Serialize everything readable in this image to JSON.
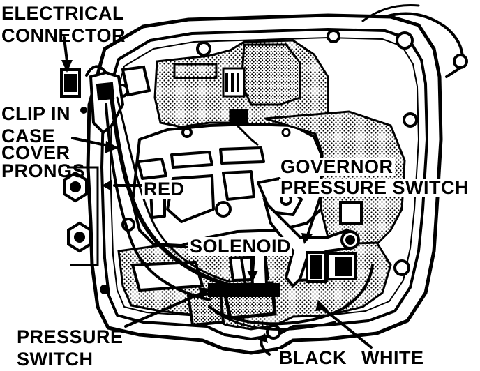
{
  "figure": {
    "line_color": "#000000",
    "background_color": "#ffffff",
    "stipple_color": "#000000"
  },
  "labels": {
    "electrical_connector_line1": "ELECTRICAL",
    "electrical_connector_line2": "CONNECTOR",
    "clip_line1": "CLIP IN",
    "clip_line2": "CASE",
    "clip_line3": "COVER",
    "clip_line4": "PRONGS",
    "red": "RED",
    "governor_line1": "GOVERNOR",
    "governor_line2": "PRESSURE SWITCH",
    "solenoid": "SOLENOID",
    "pressure_switch_line1": "PRESSURE",
    "pressure_switch_line2": "SWITCH",
    "black": "BLACK",
    "white": "WHITE"
  }
}
